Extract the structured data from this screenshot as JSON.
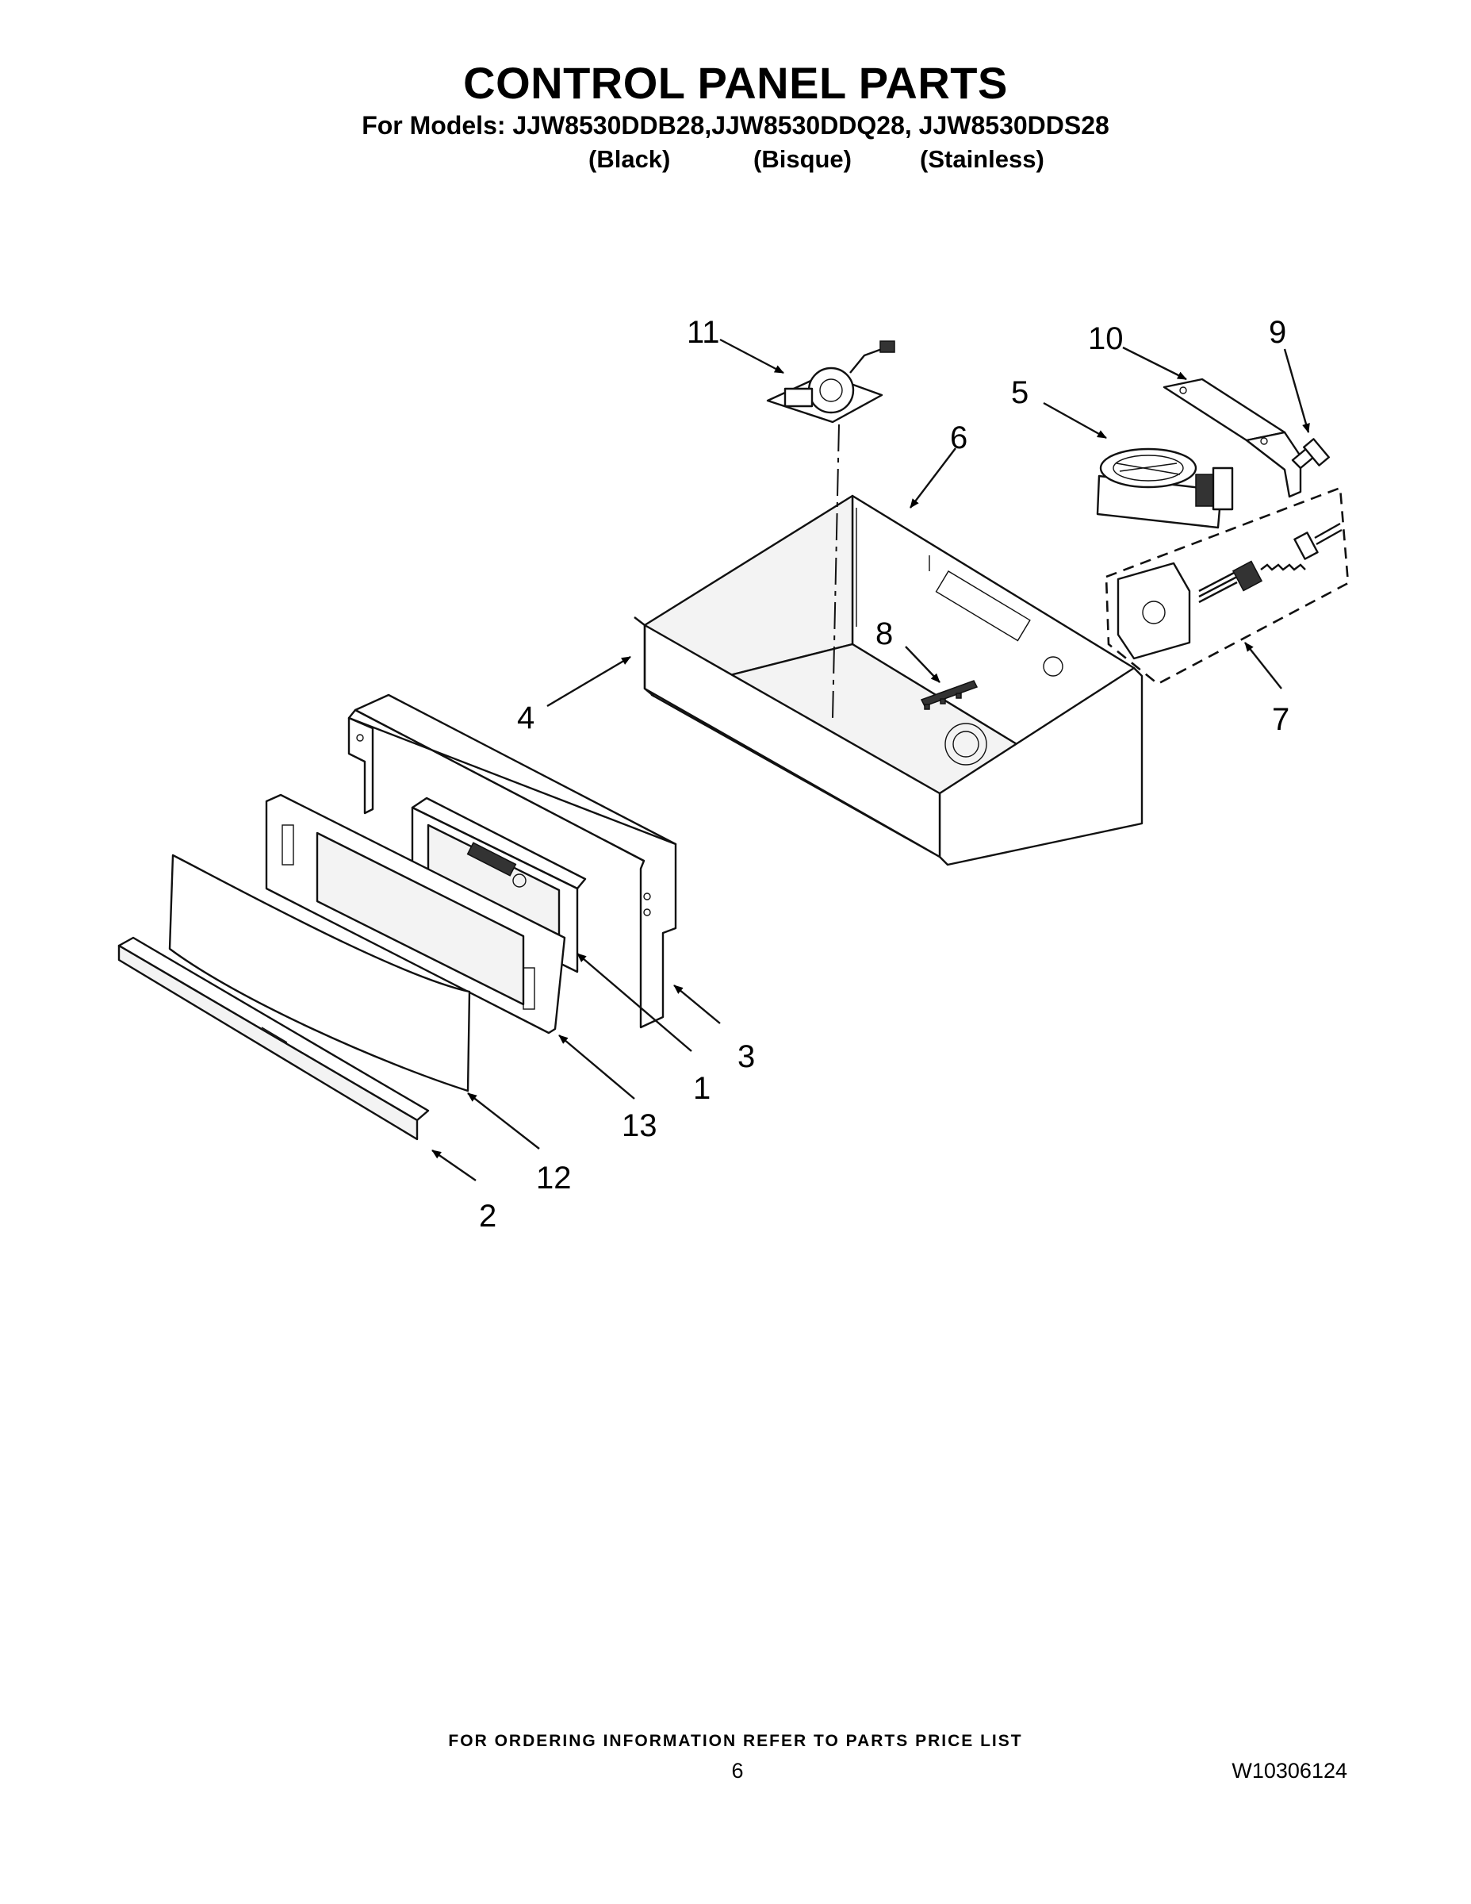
{
  "header": {
    "title": "CONTROL PANEL PARTS",
    "models_line": "For Models: JJW8530DDB28,JJW8530DDQ28, JJW8530DDS28",
    "variants": [
      "(Black)",
      "(Bisque)",
      "(Stainless)"
    ]
  },
  "callouts": {
    "c1": "1",
    "c2": "2",
    "c3": "3",
    "c4": "4",
    "c5": "5",
    "c6": "6",
    "c7": "7",
    "c8": "8",
    "c9": "9",
    "c10": "10",
    "c11": "11",
    "c12": "12",
    "c13": "13"
  },
  "footer": {
    "ordering_note": "FOR ORDERING INFORMATION REFER TO PARTS PRICE LIST",
    "page_number": "6",
    "document_number": "W10306124"
  }
}
